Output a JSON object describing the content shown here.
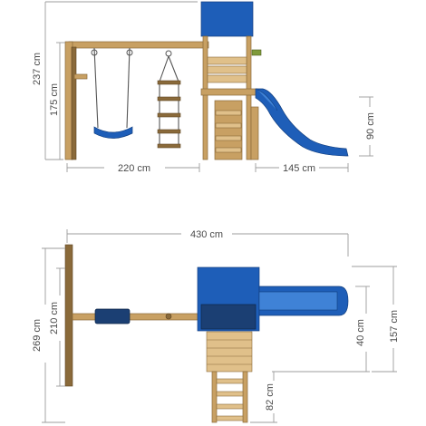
{
  "dimensions": {
    "front_height_total": "237 cm",
    "front_swing_beam_height": "175 cm",
    "front_swing_length": "220 cm",
    "front_slide_length": "145 cm",
    "front_slide_height": "90 cm",
    "top_total_length": "430 cm",
    "top_total_width": "269 cm",
    "top_swing_width": "210 cm",
    "top_slide_width": "40 cm",
    "top_tower_depth": "157 cm",
    "top_ladder_length": "82 cm"
  },
  "colors": {
    "wood": "#c8a063",
    "roof_blue": "#1e5eb8",
    "slide_blue": "#1e5eb8",
    "dimension_line": "#9c9c9c",
    "dimension_text": "#4a4a4a"
  }
}
